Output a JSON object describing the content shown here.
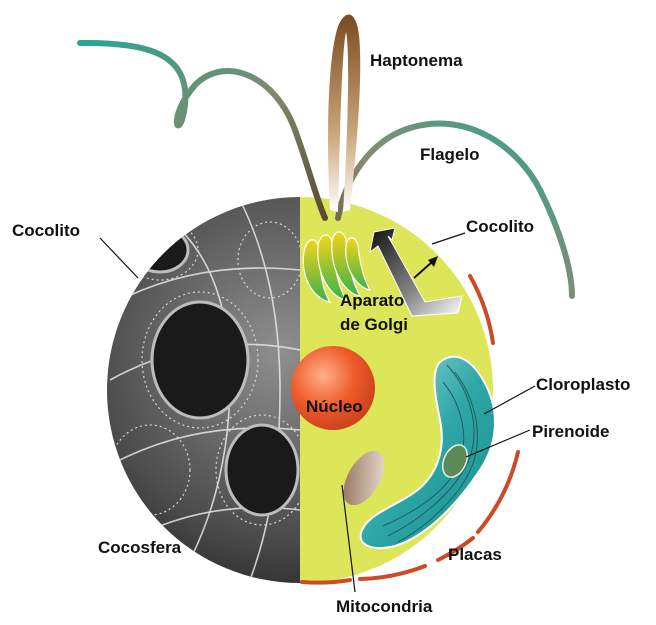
{
  "diagram": {
    "labels": {
      "haptonema": "Haptonema",
      "flagelo": "Flagelo",
      "cocolito_left": "Cocolito",
      "cocolito_right": "Cocolito",
      "aparato": "Aparato",
      "de_golgi": "de Golgi",
      "nucleo": "Núcleo",
      "cloroplasto": "Cloroplasto",
      "pirenoide": "Pirenoide",
      "cocosfera": "Cocosfera",
      "placas": "Placas",
      "mitocondria": "Mitocondria"
    },
    "colors": {
      "cytoplasm": "#dde659",
      "nucleus": "#ee5a2a",
      "chloroplast": "#2ea7a7",
      "pyrenoid": "#5a8a55",
      "mitochondria": "#9a7a62",
      "plates": "#cc4a25",
      "flagellum_tip": "#2aa592",
      "flagellum_base": "#6b5a3a",
      "haptonema": "#8b5a2b",
      "golgi": "#f2d51a",
      "shell": "#4a4a4a"
    }
  }
}
